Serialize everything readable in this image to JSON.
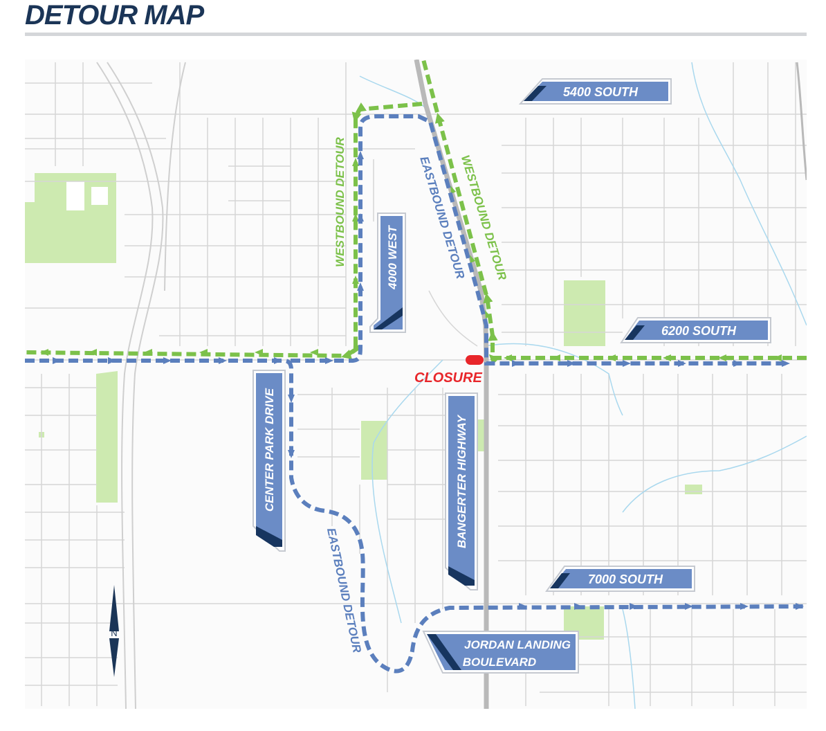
{
  "title": "DETOUR MAP",
  "colors": {
    "title": "#1b3557",
    "eastbound": "#5b7fbd",
    "westbound": "#7cc14a",
    "closure": "#e8262a",
    "label_fill": "#6b8cc6",
    "label_dark": "#17355f",
    "park": "#cdeab0",
    "street": "#d6d6d6",
    "stream": "#a9d8ee"
  },
  "map": {
    "streets": {
      "s5400": "5400 SOUTH",
      "s6200": "6200 SOUTH",
      "s7000": "7000 SOUTH",
      "w4000": "4000 WEST",
      "center_park": "CENTER PARK DRIVE",
      "bangerter": "BANGERTER HIGHWAY",
      "jordan1": "JORDAN LANDING",
      "jordan2": "BOULEVARD"
    },
    "detours": {
      "wb_left": "WESTBOUND DETOUR",
      "wb_right": "WESTBOUND DETOUR",
      "eb_top": "EASTBOUND DETOUR",
      "eb_bottom": "EASTBOUND DETOUR"
    },
    "closure": "CLOSURE",
    "compass": "N",
    "icons": [
      "closure-marker",
      "north-arrow-icon",
      "arrow-icon"
    ]
  }
}
